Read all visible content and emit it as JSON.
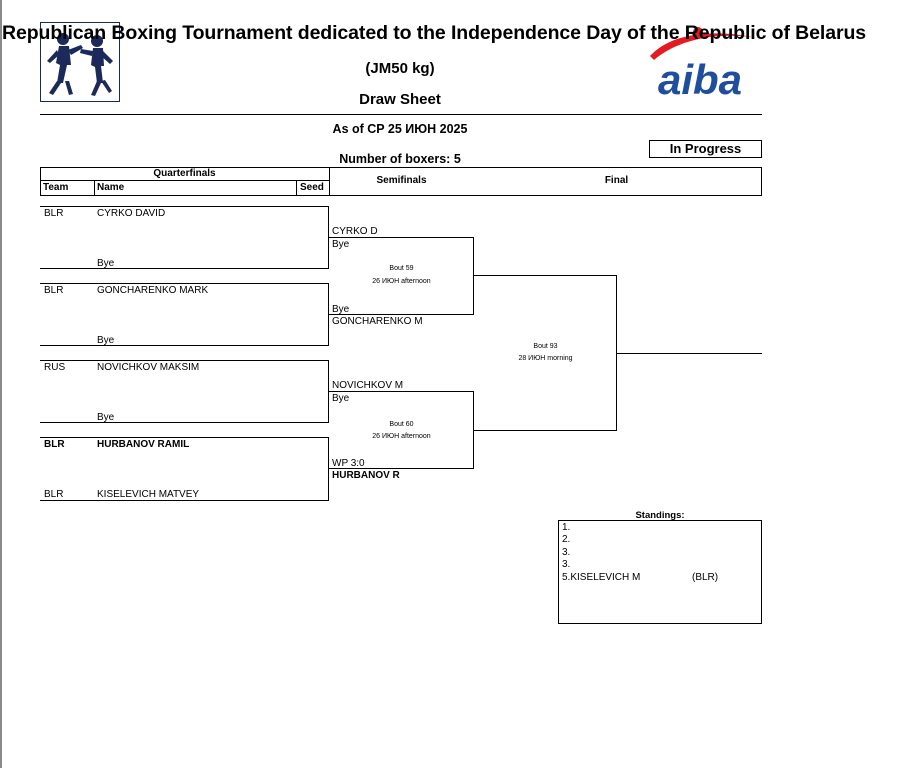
{
  "header": {
    "title": "Republican Boxing Tournament dedicated to the Independence Day of the Republic of Belarus",
    "category": "(JM50 kg)",
    "doc_type": "Draw Sheet",
    "as_of": "As of CP 25 ИЮН 2025",
    "num_boxers": "Number of boxers: 5",
    "status": "In Progress",
    "aiba_logo_text": "aiba"
  },
  "columns": {
    "quarterfinals": "Quarterfinals",
    "team": "Team",
    "name": "Name",
    "seed": "Seed",
    "semifinals": "Semifinals",
    "final": "Final"
  },
  "quarterfinals": [
    {
      "team": "BLR",
      "name": "CYRKO DAVID",
      "opponent": "Bye"
    },
    {
      "team": "BLR",
      "name": "GONCHARENKO MARK",
      "opponent": "Bye"
    },
    {
      "team": "RUS",
      "name": "NOVICHKOV MAKSIM",
      "opponent": "Bye"
    },
    {
      "team": "BLR",
      "name": "HURBANOV RAMIL"
    },
    {
      "team": "BLR",
      "name": "KISELEVICH MATVEY"
    }
  ],
  "semifinals": [
    {
      "top_name": "CYRKO D",
      "top_result": "Bye",
      "bout": "Bout 59",
      "time": "26 ИЮН afternoon",
      "bottom_result": "Bye",
      "bottom_name": "GONCHARENKO M"
    },
    {
      "top_name": "NOVICHKOV M",
      "top_result": "Bye",
      "bout": "Bout 60",
      "time": "26 ИЮН afternoon",
      "bottom_result": "WP 3:0",
      "bottom_name": "HURBANOV R"
    }
  ],
  "final": {
    "bout": "Bout 93",
    "time": "28 ИЮН morning"
  },
  "standings": {
    "title": "Standings:",
    "rows": [
      "1.",
      "2.",
      "3.",
      "3."
    ],
    "fifth_place": "5.KISELEVICH M",
    "fifth_team": "(BLR)"
  }
}
